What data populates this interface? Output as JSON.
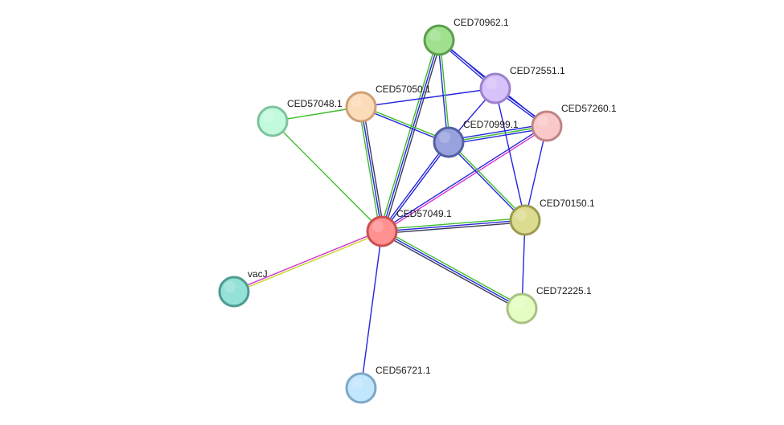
{
  "network": {
    "nodes": [
      {
        "id": "CED57049.1",
        "label": "CED57049.1",
        "fill": "#ff9191",
        "stroke": "#cc4f4f"
      },
      {
        "id": "CED70962.1",
        "label": "CED70962.1",
        "fill": "#a0e08f",
        "stroke": "#5b9f4c"
      },
      {
        "id": "CED72551.1",
        "label": "CED72551.1",
        "fill": "#d7c2fb",
        "stroke": "#9c82cc"
      },
      {
        "id": "CED57050.1",
        "label": "CED57050.1",
        "fill": "#fcdbb8",
        "stroke": "#cea077"
      },
      {
        "id": "CED57048.1",
        "label": "CED57048.1",
        "fill": "#c2fbdc",
        "stroke": "#7ec3a0"
      },
      {
        "id": "CED70999.1",
        "label": "CED70999.1",
        "fill": "#98a3de",
        "stroke": "#52609f"
      },
      {
        "id": "CED57260.1",
        "label": "CED57260.1",
        "fill": "#f9c8c8",
        "stroke": "#c08484"
      },
      {
        "id": "CED70150.1",
        "label": "CED70150.1",
        "fill": "#dcdc91",
        "stroke": "#9c9c52"
      },
      {
        "id": "CED72225.1",
        "label": "CED72225.1",
        "fill": "#e4fdc2",
        "stroke": "#a8c285"
      },
      {
        "id": "vacJ",
        "label": "vacJ",
        "fill": "#94e1d7",
        "stroke": "#4d9b92"
      },
      {
        "id": "CED56721.1",
        "label": "CED56721.1",
        "fill": "#c2e6fc",
        "stroke": "#7ea8c8"
      }
    ],
    "edge_colors": {
      "green": "#3dbd29",
      "blue": "#2525de",
      "dark": "#3b3b5a",
      "magenta": "#d633c9",
      "yellow": "#c9d633"
    },
    "edges": [
      {
        "source": "CED57049.1",
        "target": "CED70962.1",
        "colors": [
          "green",
          "blue",
          "dark"
        ]
      },
      {
        "source": "CED57049.1",
        "target": "CED57050.1",
        "colors": [
          "green",
          "blue",
          "dark"
        ]
      },
      {
        "source": "CED57049.1",
        "target": "CED57048.1",
        "colors": [
          "green"
        ]
      },
      {
        "source": "CED57049.1",
        "target": "CED70999.1",
        "colors": [
          "blue",
          "blue"
        ]
      },
      {
        "source": "CED57049.1",
        "target": "CED57260.1",
        "colors": [
          "blue",
          "magenta"
        ]
      },
      {
        "source": "CED57049.1",
        "target": "CED70150.1",
        "colors": [
          "green",
          "blue",
          "dark"
        ]
      },
      {
        "source": "CED57049.1",
        "target": "CED72225.1",
        "colors": [
          "green",
          "blue",
          "dark"
        ]
      },
      {
        "source": "CED57049.1",
        "target": "vacJ",
        "colors": [
          "yellow",
          "magenta"
        ]
      },
      {
        "source": "CED57049.1",
        "target": "CED56721.1",
        "colors": [
          "blue"
        ]
      },
      {
        "source": "CED57050.1",
        "target": "CED57048.1",
        "colors": [
          "green"
        ]
      },
      {
        "source": "CED57050.1",
        "target": "CED72551.1",
        "colors": [
          "blue"
        ]
      },
      {
        "source": "CED57050.1",
        "target": "CED70999.1",
        "colors": [
          "green",
          "blue"
        ]
      },
      {
        "source": "CED70962.1",
        "target": "CED72551.1",
        "colors": [
          "blue",
          "blue"
        ]
      },
      {
        "source": "CED70962.1",
        "target": "CED70999.1",
        "colors": [
          "green",
          "blue"
        ]
      },
      {
        "source": "CED70962.1",
        "target": "CED57260.1",
        "colors": [
          "blue"
        ]
      },
      {
        "source": "CED72551.1",
        "target": "CED70999.1",
        "colors": [
          "blue"
        ]
      },
      {
        "source": "CED72551.1",
        "target": "CED57260.1",
        "colors": [
          "blue",
          "blue"
        ]
      },
      {
        "source": "CED72551.1",
        "target": "CED70150.1",
        "colors": [
          "blue"
        ]
      },
      {
        "source": "CED70999.1",
        "target": "CED57260.1",
        "colors": [
          "blue",
          "green",
          "blue"
        ]
      },
      {
        "source": "CED70999.1",
        "target": "CED70150.1",
        "colors": [
          "green",
          "blue"
        ]
      },
      {
        "source": "CED57260.1",
        "target": "CED70150.1",
        "colors": [
          "blue"
        ]
      },
      {
        "source": "CED70150.1",
        "target": "CED72225.1",
        "colors": [
          "blue"
        ]
      }
    ]
  }
}
